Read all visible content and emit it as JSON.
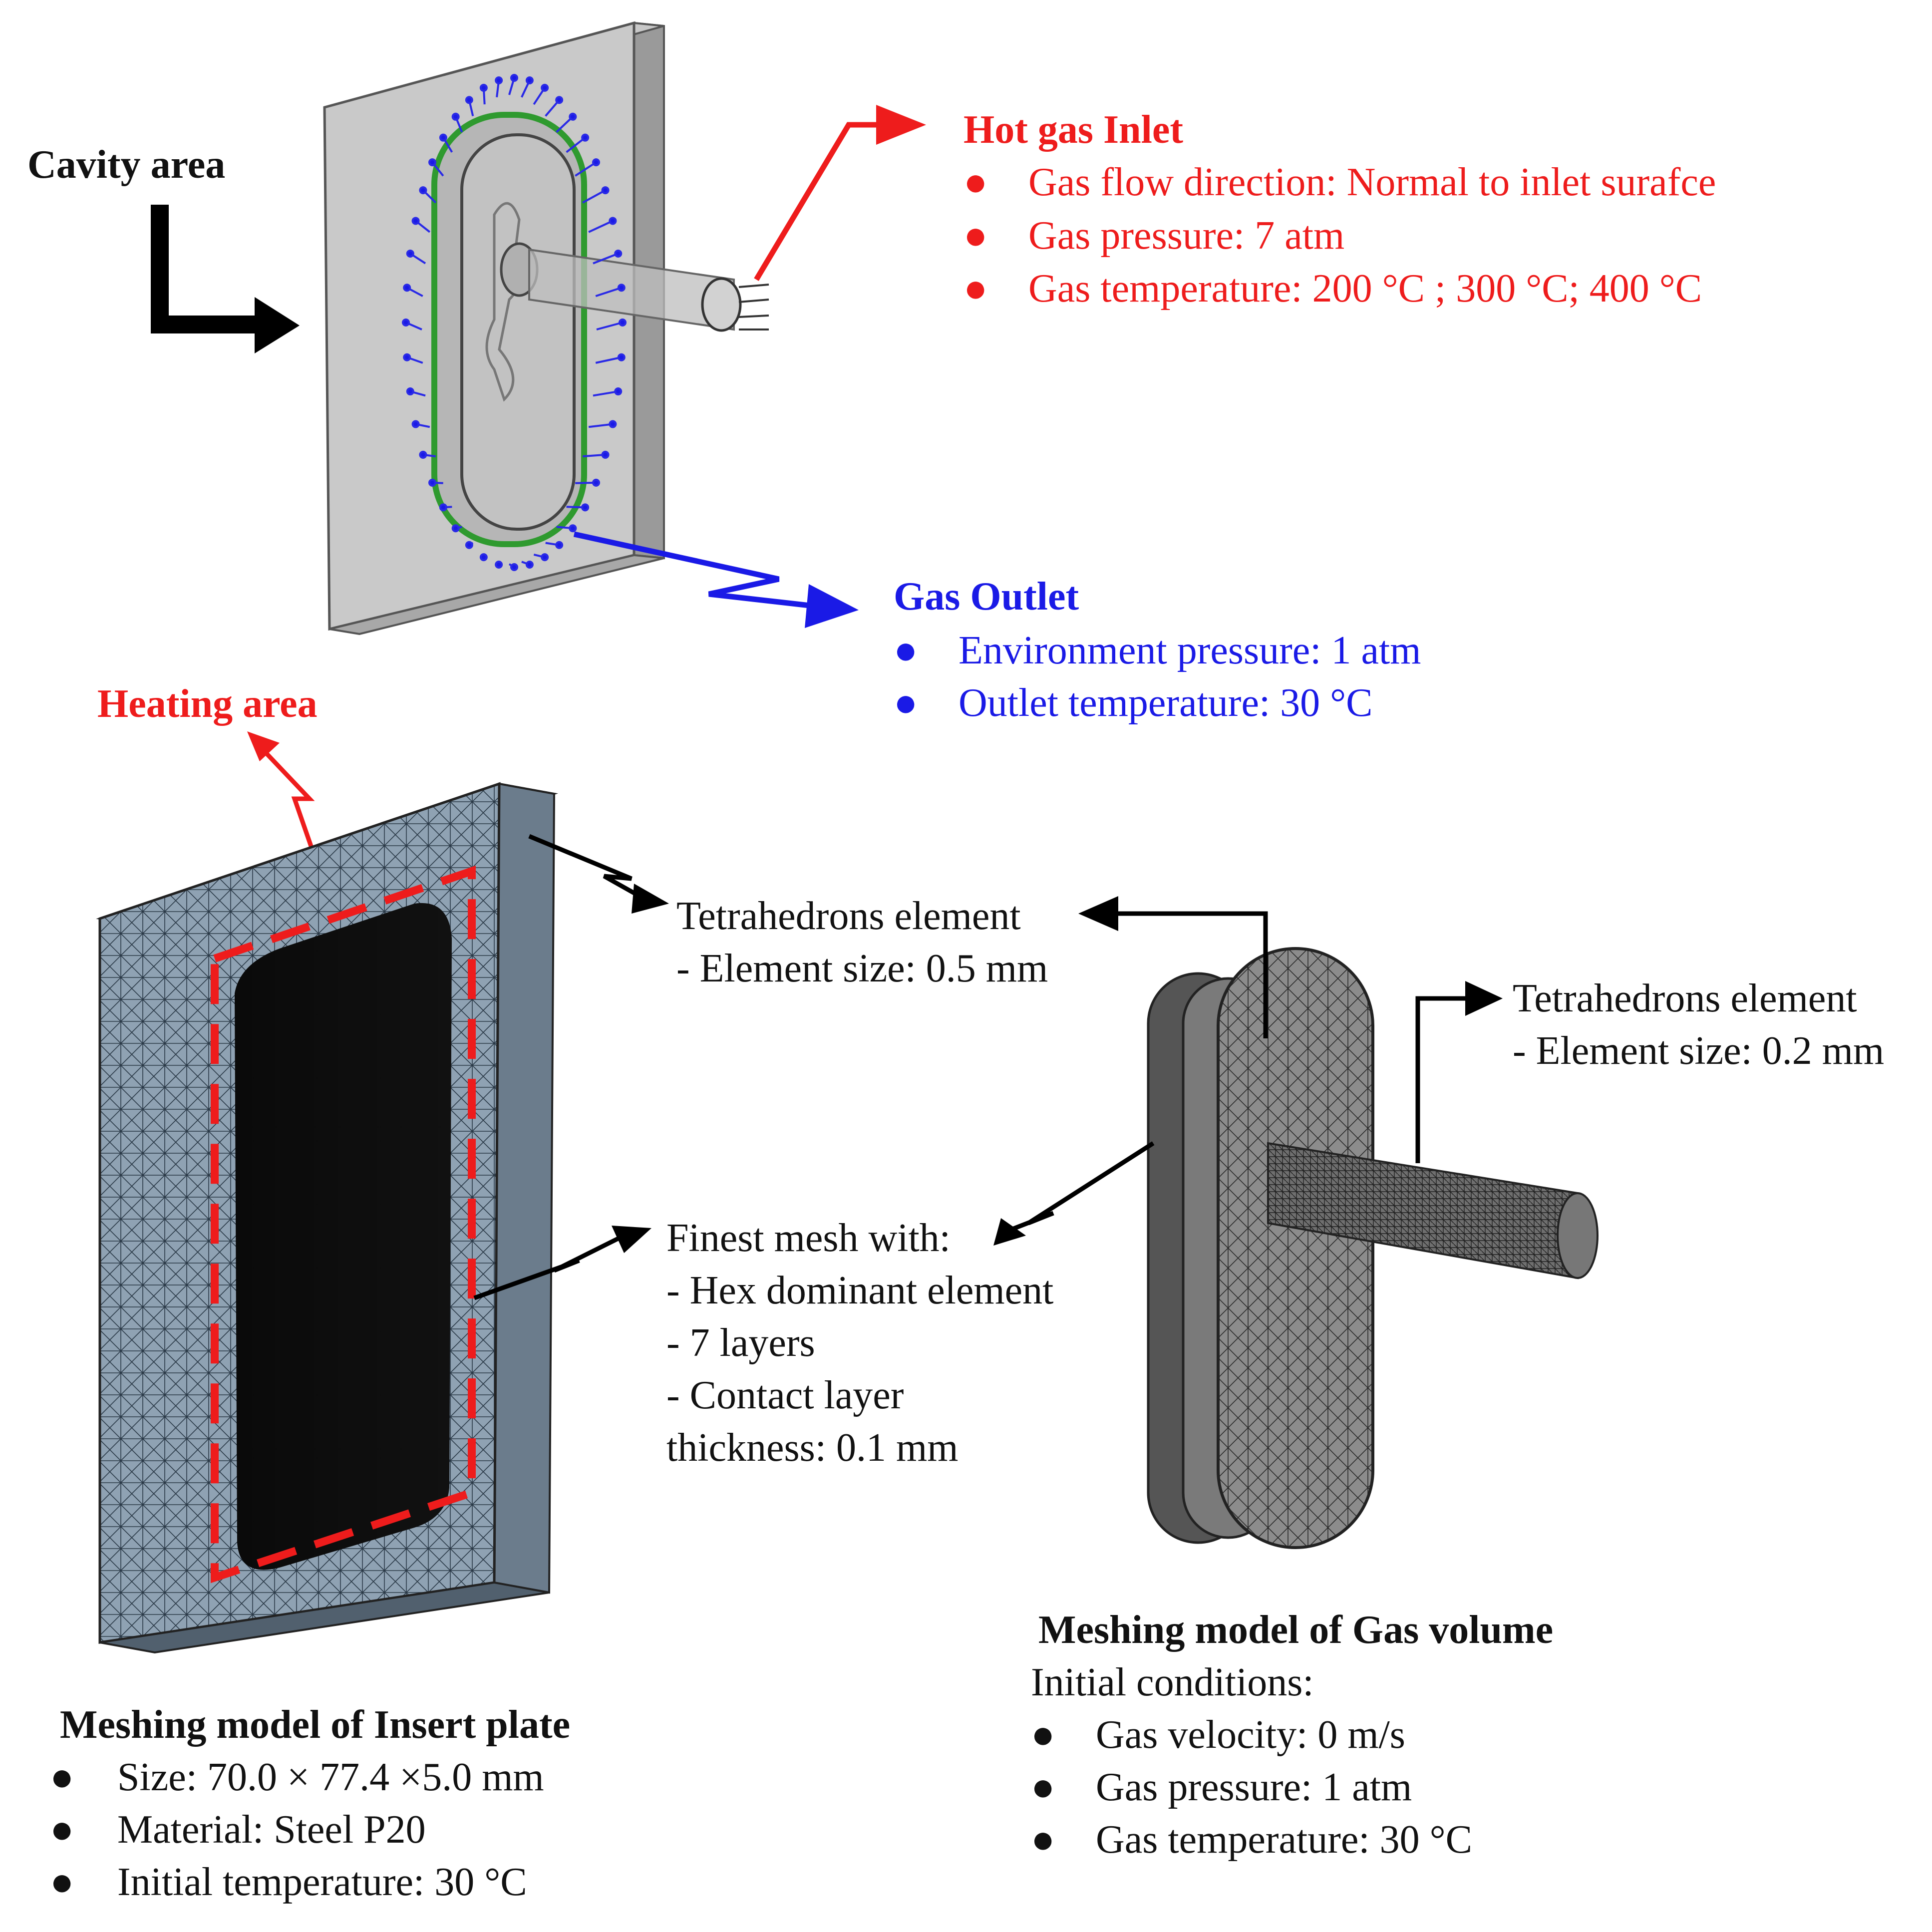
{
  "colors": {
    "inlet": "#ee1c1c",
    "outlet": "#1a1ae6",
    "text": "#111111",
    "mesh_plate": "#8fa2b3",
    "mesh_gas": "#8c8c8c"
  },
  "icons": [
    "heating-area-dashed-outline",
    "arrow-icon",
    "bullet-icon"
  ],
  "cavity_label": "Cavity area",
  "inlet": {
    "title": "Hot gas Inlet",
    "items": [
      "Gas flow direction: Normal to inlet surafce",
      "Gas pressure: 7 atm",
      "Gas temperature: 200 °C ; 300 °C; 400 °C"
    ]
  },
  "outlet": {
    "title": "Gas Outlet",
    "items": [
      "Environment pressure: 1 atm",
      "Outlet temperature: 30 °C"
    ]
  },
  "heating_label": "Heating area",
  "plate_mesh_note": {
    "line1": "Tetrahedrons element",
    "line2": "- Element size: 0.5 mm"
  },
  "gas_mesh_note": {
    "line1": "Tetrahedrons element",
    "line2": "- Element size: 0.2 mm"
  },
  "fine_mesh_note": {
    "line1": "Finest mesh with:",
    "line2": "- Hex dominant element",
    "line3": "- 7 layers",
    "line4": "- Contact layer",
    "line5": "thickness: 0.1 mm"
  },
  "gas_model": {
    "title": "Meshing model of Gas volume",
    "subtitle": "Initial conditions:",
    "items": [
      "Gas velocity: 0 m/s",
      "Gas pressure: 1 atm",
      "Gas temperature: 30 °C"
    ]
  },
  "plate_model": {
    "title": "Meshing model of Insert plate",
    "items": [
      "Size: 70.0 × 77.4 ×5.0 mm",
      "Material: Steel P20",
      "Initial temperature: 30 °C"
    ]
  }
}
